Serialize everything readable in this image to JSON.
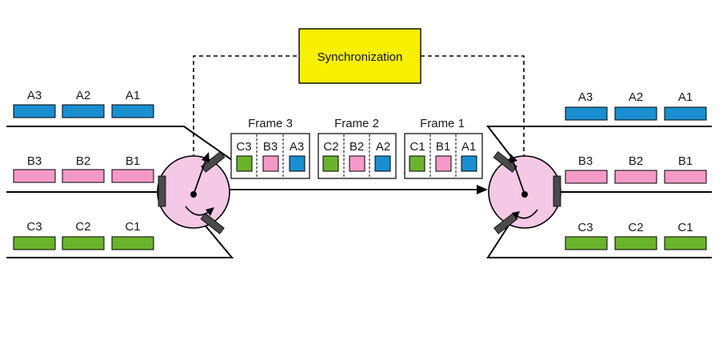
{
  "synchronization_label": "Synchronization",
  "colors": {
    "A": "#1a8fd0",
    "B": "#f59ac8",
    "C": "#6ab42d",
    "sync_box": "#f7f000",
    "mux": "#f5c8e6",
    "slot_bar": "#4a4a4a"
  },
  "inputs": {
    "A": [
      "A3",
      "A2",
      "A1"
    ],
    "B": [
      "B3",
      "B2",
      "B1"
    ],
    "C": [
      "C3",
      "C2",
      "C1"
    ]
  },
  "outputs": {
    "A": [
      "A3",
      "A2",
      "A1"
    ],
    "B": [
      "B3",
      "B2",
      "B1"
    ],
    "C": [
      "C3",
      "C2",
      "C1"
    ]
  },
  "frames": [
    {
      "title": "Frame 3",
      "slots": [
        "C3",
        "B3",
        "A3"
      ]
    },
    {
      "title": "Frame 2",
      "slots": [
        "C2",
        "B2",
        "A2"
      ]
    },
    {
      "title": "Frame 1",
      "slots": [
        "C1",
        "B1",
        "A1"
      ]
    }
  ],
  "icons": {
    "multiplexer": "rotary-switch-icon",
    "demultiplexer": "rotary-switch-icon",
    "direction": "arrow-right-icon"
  }
}
